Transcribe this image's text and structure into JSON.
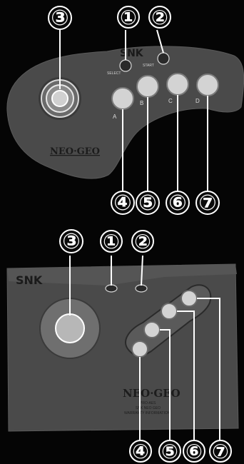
{
  "callouts": {
    "pad": [
      "①",
      "②",
      "③",
      "④",
      "⑤",
      "⑥",
      "⑦"
    ],
    "stick": [
      "①",
      "②",
      "③",
      "④",
      "⑤",
      "⑥",
      "⑦"
    ]
  },
  "pad": {
    "logo": "SNK",
    "select_label": "SELECT",
    "start_label": "START",
    "button_letters": [
      "A",
      "B",
      "C",
      "D"
    ],
    "brand": "NEO·GEO"
  },
  "stick": {
    "logo": "SNK",
    "brand": "NEO·GEO",
    "fine_print": [
      "PRO-AES",
      "SNK NEO GEO",
      "WARRANTY INFORMATION"
    ]
  }
}
